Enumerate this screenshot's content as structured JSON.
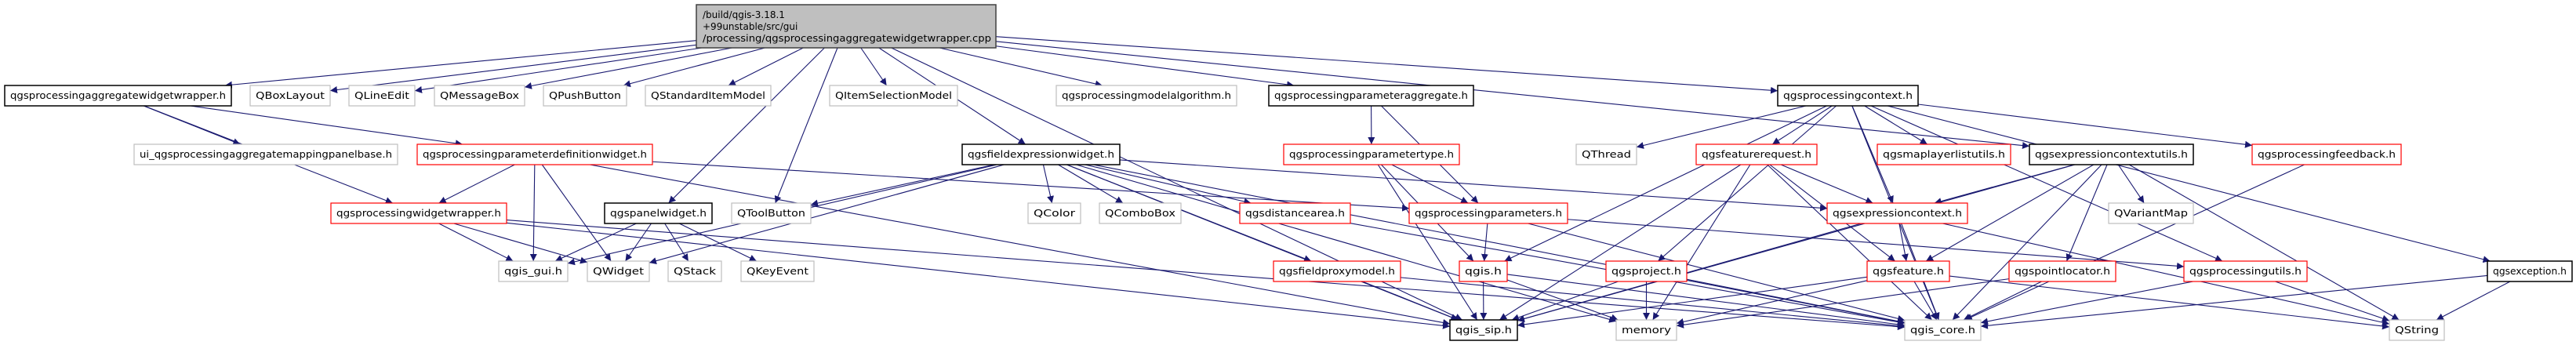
{
  "diagram": {
    "colors": {
      "edge": "#191970",
      "root_fill": "#bfbfbf",
      "red": "#ff0000",
      "black": "#000000",
      "gray": "#bfbfbf"
    },
    "root": {
      "id": "root",
      "lines": [
        "/build/qgis-3.18.1",
        "+99unstable/src/gui",
        "/processing/qgsprocessingaggregatewidgetwrapper.cpp"
      ]
    },
    "nodes": [
      {
        "id": "aggwrap",
        "label": "qgsprocessingaggregatewidgetwrapper.h",
        "border": "black"
      },
      {
        "id": "qboxlayout",
        "label": "QBoxLayout",
        "border": "gray"
      },
      {
        "id": "qlineedit",
        "label": "QLineEdit",
        "border": "gray"
      },
      {
        "id": "qmessagebox",
        "label": "QMessageBox",
        "border": "gray"
      },
      {
        "id": "qpushbutton",
        "label": "QPushButton",
        "border": "gray"
      },
      {
        "id": "qstandarditemmodel",
        "label": "QStandardItemModel",
        "border": "gray"
      },
      {
        "id": "qitemselectionmodel",
        "label": "QItemSelectionModel",
        "border": "gray"
      },
      {
        "id": "modelalg",
        "label": "qgsprocessingmodelalgorithm.h",
        "border": "gray"
      },
      {
        "id": "paramagg",
        "label": "qgsprocessingparameteraggregate.h",
        "border": "black"
      },
      {
        "id": "context",
        "label": "qgsprocessingcontext.h",
        "border": "black"
      },
      {
        "id": "uipanel",
        "label": "ui_qgsprocessingaggregatemappingpanelbase.h",
        "border": "gray"
      },
      {
        "id": "paramdefwidget",
        "label": "qgsprocessingparameterdefinitionwidget.h",
        "border": "red"
      },
      {
        "id": "fieldexpr",
        "label": "qgsfieldexpressionwidget.h",
        "border": "black"
      },
      {
        "id": "paramtype",
        "label": "qgsprocessingparametertype.h",
        "border": "red"
      },
      {
        "id": "qthread",
        "label": "QThread",
        "border": "gray"
      },
      {
        "id": "featurerequest",
        "label": "qgsfeaturerequest.h",
        "border": "red"
      },
      {
        "id": "maplayerlistutils",
        "label": "qgsmaplayerlistutils.h",
        "border": "red"
      },
      {
        "id": "expcontextutils",
        "label": "qgsexpressioncontextutils.h",
        "border": "black"
      },
      {
        "id": "feedback",
        "label": "qgsprocessingfeedback.h",
        "border": "red"
      },
      {
        "id": "widgetwrapper",
        "label": "qgsprocessingwidgetwrapper.h",
        "border": "red"
      },
      {
        "id": "panelwidget",
        "label": "qgspanelwidget.h",
        "border": "black"
      },
      {
        "id": "qtoolbutton",
        "label": "QToolButton",
        "border": "gray"
      },
      {
        "id": "qcolor",
        "label": "QColor",
        "border": "gray"
      },
      {
        "id": "qcombobox",
        "label": "QComboBox",
        "border": "gray"
      },
      {
        "id": "distancearea",
        "label": "qgsdistancearea.h",
        "border": "red"
      },
      {
        "id": "procparams",
        "label": "qgsprocessingparameters.h",
        "border": "red"
      },
      {
        "id": "expcontext",
        "label": "qgsexpressioncontext.h",
        "border": "red"
      },
      {
        "id": "qvariantmap",
        "label": "QVariantMap",
        "border": "gray"
      },
      {
        "id": "qgisgui",
        "label": "qgis_gui.h",
        "border": "gray"
      },
      {
        "id": "qwidget",
        "label": "QWidget",
        "border": "gray"
      },
      {
        "id": "qstack",
        "label": "QStack",
        "border": "gray"
      },
      {
        "id": "qkeyevent",
        "label": "QKeyEvent",
        "border": "gray"
      },
      {
        "id": "fieldproxymodel",
        "label": "qgsfieldproxymodel.h",
        "border": "red"
      },
      {
        "id": "qgis",
        "label": "qgis.h",
        "border": "red"
      },
      {
        "id": "project",
        "label": "qgsproject.h",
        "border": "red"
      },
      {
        "id": "feature",
        "label": "qgsfeature.h",
        "border": "red"
      },
      {
        "id": "pointlocator",
        "label": "qgspointlocator.h",
        "border": "red"
      },
      {
        "id": "procutils",
        "label": "qgsprocessingutils.h",
        "border": "red"
      },
      {
        "id": "exception",
        "label": "qgsexception.h",
        "border": "black"
      },
      {
        "id": "qgissip",
        "label": "qgis_sip.h",
        "border": "black"
      },
      {
        "id": "memory",
        "label": "memory",
        "border": "gray"
      },
      {
        "id": "qgiscore",
        "label": "qgis_core.h",
        "border": "gray"
      },
      {
        "id": "qstring",
        "label": "QString",
        "border": "gray"
      }
    ],
    "edges": [
      [
        "root",
        "aggwrap"
      ],
      [
        "root",
        "qboxlayout"
      ],
      [
        "root",
        "qlineedit"
      ],
      [
        "root",
        "qmessagebox"
      ],
      [
        "root",
        "qpushbutton"
      ],
      [
        "root",
        "qstandarditemmodel"
      ],
      [
        "root",
        "qitemselectionmodel"
      ],
      [
        "root",
        "panelwidget"
      ],
      [
        "root",
        "qtoolbutton"
      ],
      [
        "root",
        "fieldexpr"
      ],
      [
        "root",
        "modelalg"
      ],
      [
        "root",
        "paramagg"
      ],
      [
        "root",
        "context"
      ],
      [
        "root",
        "expcontextutils"
      ],
      [
        "root",
        "qgissip"
      ],
      [
        "aggwrap",
        "uipanel"
      ],
      [
        "aggwrap",
        "paramdefwidget"
      ],
      [
        "aggwrap",
        "widgetwrapper"
      ],
      [
        "paramdefwidget",
        "widgetwrapper"
      ],
      [
        "paramdefwidget",
        "qgisgui"
      ],
      [
        "paramdefwidget",
        "qwidget"
      ],
      [
        "paramdefwidget",
        "qgissip"
      ],
      [
        "paramdefwidget",
        "procparams"
      ],
      [
        "widgetwrapper",
        "qgisgui"
      ],
      [
        "widgetwrapper",
        "qwidget"
      ],
      [
        "widgetwrapper",
        "qgissip"
      ],
      [
        "widgetwrapper",
        "qgiscore"
      ],
      [
        "panelwidget",
        "qgisgui"
      ],
      [
        "panelwidget",
        "qwidget"
      ],
      [
        "panelwidget",
        "qstack"
      ],
      [
        "panelwidget",
        "qkeyevent"
      ],
      [
        "fieldexpr",
        "qtoolbutton"
      ],
      [
        "fieldexpr",
        "qgisgui"
      ],
      [
        "fieldexpr",
        "qwidget"
      ],
      [
        "fieldexpr",
        "qcolor"
      ],
      [
        "fieldexpr",
        "qcombobox"
      ],
      [
        "fieldexpr",
        "distancearea"
      ],
      [
        "fieldexpr",
        "fieldproxymodel"
      ],
      [
        "fieldexpr",
        "qgissip"
      ],
      [
        "fieldexpr",
        "memory"
      ],
      [
        "fieldexpr",
        "expcontext"
      ],
      [
        "fieldexpr",
        "qgiscore"
      ],
      [
        "paramagg",
        "paramtype"
      ],
      [
        "paramagg",
        "procparams"
      ],
      [
        "paramtype",
        "procparams"
      ],
      [
        "paramtype",
        "qgis"
      ],
      [
        "paramtype",
        "qgissip"
      ],
      [
        "procparams",
        "qgis"
      ],
      [
        "procparams",
        "qgiscore"
      ],
      [
        "procparams",
        "procutils"
      ],
      [
        "distancearea",
        "qgiscore"
      ],
      [
        "fieldproxymodel",
        "qgissip"
      ],
      [
        "fieldproxymodel",
        "qgiscore"
      ],
      [
        "qgis",
        "qgissip"
      ],
      [
        "qgis",
        "memory"
      ],
      [
        "qgis",
        "qgiscore"
      ],
      [
        "project",
        "qgissip"
      ],
      [
        "project",
        "memory"
      ],
      [
        "project",
        "qgiscore"
      ],
      [
        "context",
        "qthread"
      ],
      [
        "context",
        "featurerequest"
      ],
      [
        "context",
        "maplayerlistutils"
      ],
      [
        "context",
        "expcontext"
      ],
      [
        "context",
        "feedback"
      ],
      [
        "context",
        "project"
      ],
      [
        "context",
        "qgis"
      ],
      [
        "context",
        "procutils"
      ],
      [
        "context",
        "exception"
      ],
      [
        "context",
        "qgiscore"
      ],
      [
        "featurerequest",
        "expcontext"
      ],
      [
        "featurerequest",
        "feature"
      ],
      [
        "featurerequest",
        "qgissip"
      ],
      [
        "featurerequest",
        "memory"
      ],
      [
        "featurerequest",
        "qgiscore"
      ],
      [
        "expcontextutils",
        "expcontext"
      ],
      [
        "expcontextutils",
        "qvariantmap"
      ],
      [
        "expcontextutils",
        "feature"
      ],
      [
        "expcontextutils",
        "pointlocator"
      ],
      [
        "expcontextutils",
        "qgissip"
      ],
      [
        "expcontextutils",
        "qgiscore"
      ],
      [
        "expcontextutils",
        "qstring"
      ],
      [
        "feedback",
        "qgiscore"
      ],
      [
        "expcontext",
        "feature"
      ],
      [
        "expcontext",
        "qgiscore"
      ],
      [
        "expcontext",
        "qgissip"
      ],
      [
        "expcontext",
        "qstring"
      ],
      [
        "feature",
        "qgiscore"
      ],
      [
        "feature",
        "qstring"
      ],
      [
        "feature",
        "qgissip"
      ],
      [
        "feature",
        "memory"
      ],
      [
        "pointlocator",
        "qgiscore"
      ],
      [
        "pointlocator",
        "memory"
      ],
      [
        "procutils",
        "qgiscore"
      ],
      [
        "procutils",
        "qstring"
      ],
      [
        "exception",
        "qgiscore"
      ],
      [
        "exception",
        "qstring"
      ]
    ]
  }
}
